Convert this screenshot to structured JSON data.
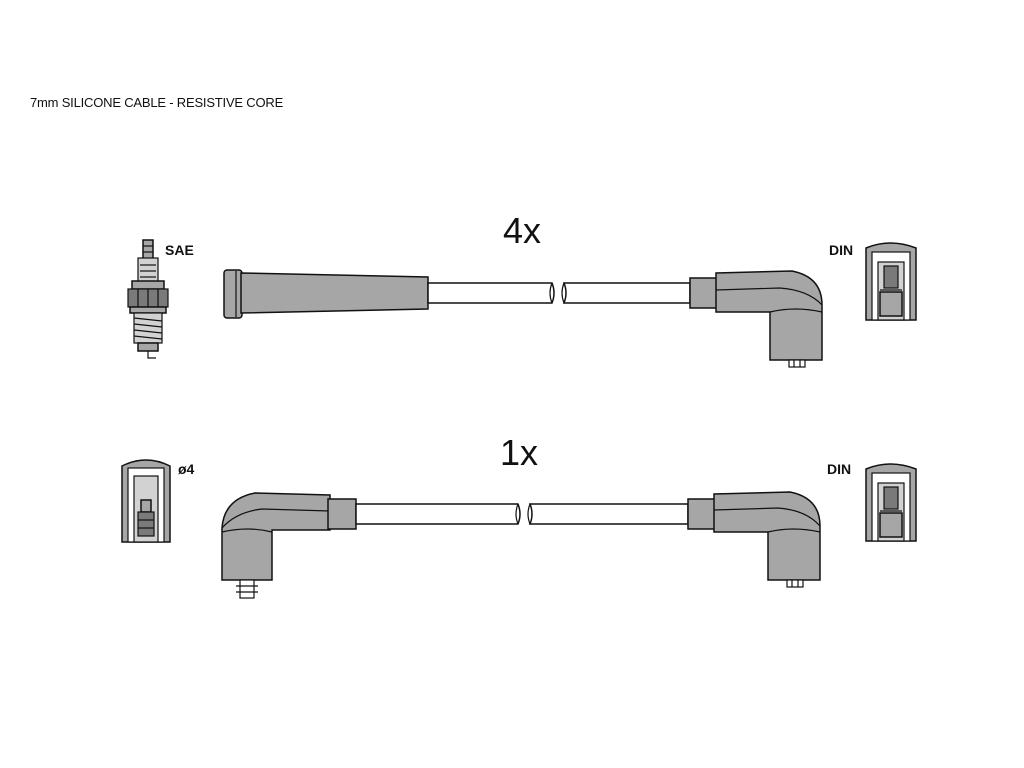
{
  "header": {
    "title": "7mm SILICONE CABLE - RESISTIVE CORE"
  },
  "lead_set": {
    "count_label": "4x",
    "plug_type_label": "SAE",
    "distributor_type_label": "DIN"
  },
  "coil_lead": {
    "count_label": "1x",
    "coil_type_label": "ø4",
    "distributor_type_label": "DIN"
  },
  "colors": {
    "boot_fill": "#a6a6a6",
    "outline": "#111111",
    "background": "#ffffff"
  }
}
